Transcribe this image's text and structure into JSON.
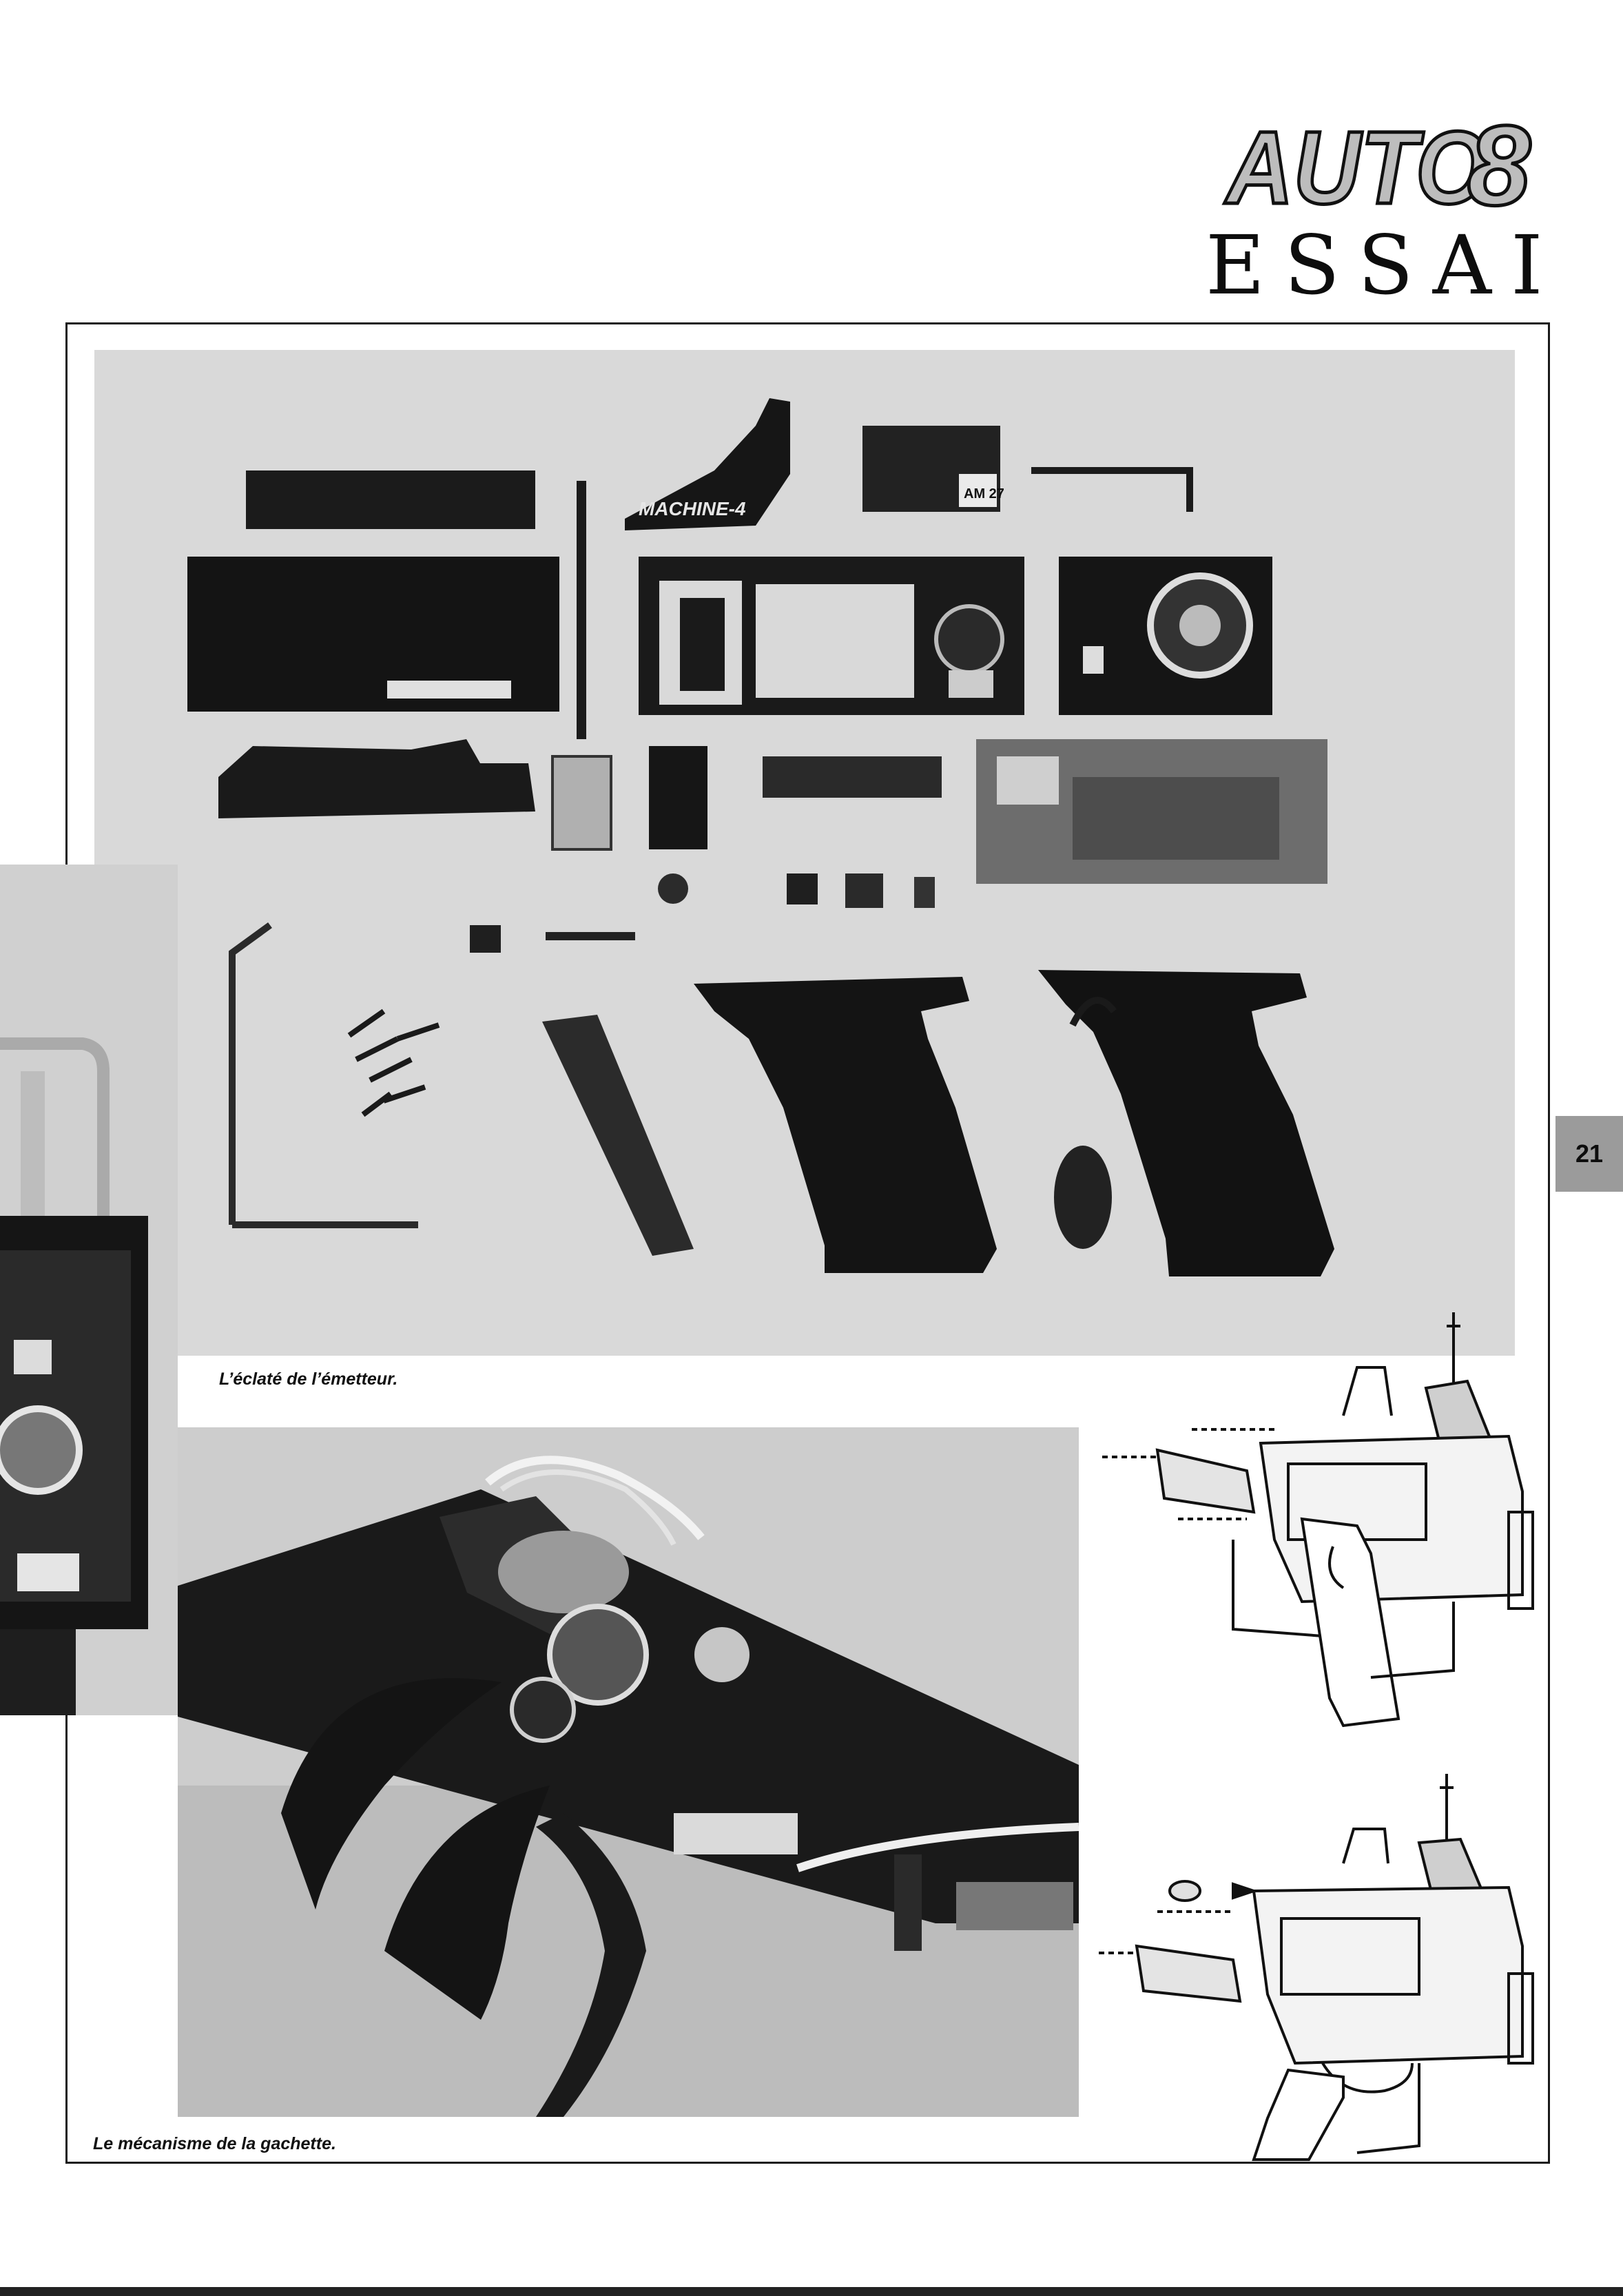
{
  "masthead": {
    "logo_text": "AUTO8",
    "section": "ESSAI"
  },
  "photos": {
    "exploded_caption": "L’éclaté de l’émetteur.",
    "trigger_caption": "Le mécanisme de la gachette.",
    "exploded_part_label": "MACHINE-4",
    "exploded_module_label": "AM 27"
  },
  "page": {
    "number": "21"
  },
  "colors": {
    "tab_gray": "#9b9b9b",
    "ink": "#111111",
    "photo_bg": "#d8d8d8"
  }
}
